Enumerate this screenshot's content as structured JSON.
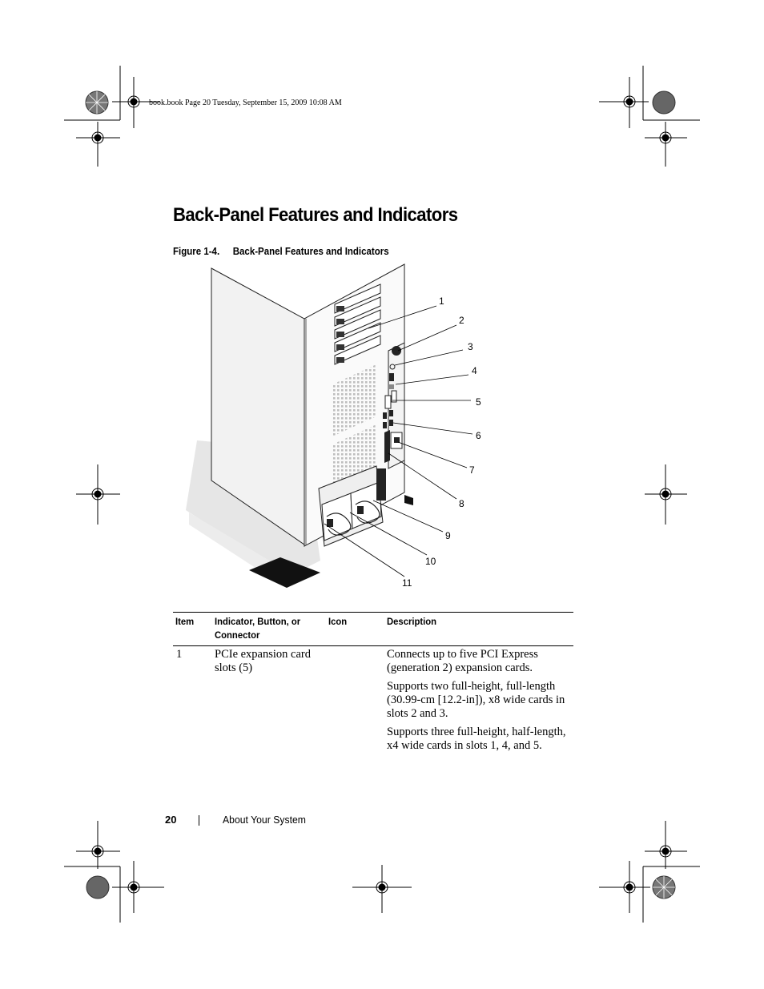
{
  "slug": "book.book  Page 20  Tuesday, September 15, 2009  10:08 AM",
  "heading": "Back-Panel Features and Indicators",
  "figure": {
    "number": "Figure 1-4.",
    "title": "Back-Panel Features and Indicators",
    "callouts": [
      "1",
      "2",
      "3",
      "4",
      "5",
      "6",
      "7",
      "8",
      "9",
      "10",
      "11"
    ]
  },
  "table": {
    "headers": {
      "item": "Item",
      "indicator_line1": "Indicator, Button, or",
      "indicator_line2": "Connector",
      "icon": "Icon",
      "description": "Description"
    },
    "rows": [
      {
        "item": "1",
        "indicator_line1": "PCIe expansion card",
        "indicator_line2": "slots (5)",
        "icon": "",
        "description": [
          "Connects up to five PCI Express (generation 2) expansion cards.",
          "Supports two full-height, full-length (30.99-cm [12.2-in]), x8 wide cards in slots 2 and 3.",
          "Supports three full-height, half-length, x4 wide cards in slots 1, 4, and 5."
        ]
      }
    ]
  },
  "footer": {
    "page_number": "20",
    "section": "About Your System"
  }
}
